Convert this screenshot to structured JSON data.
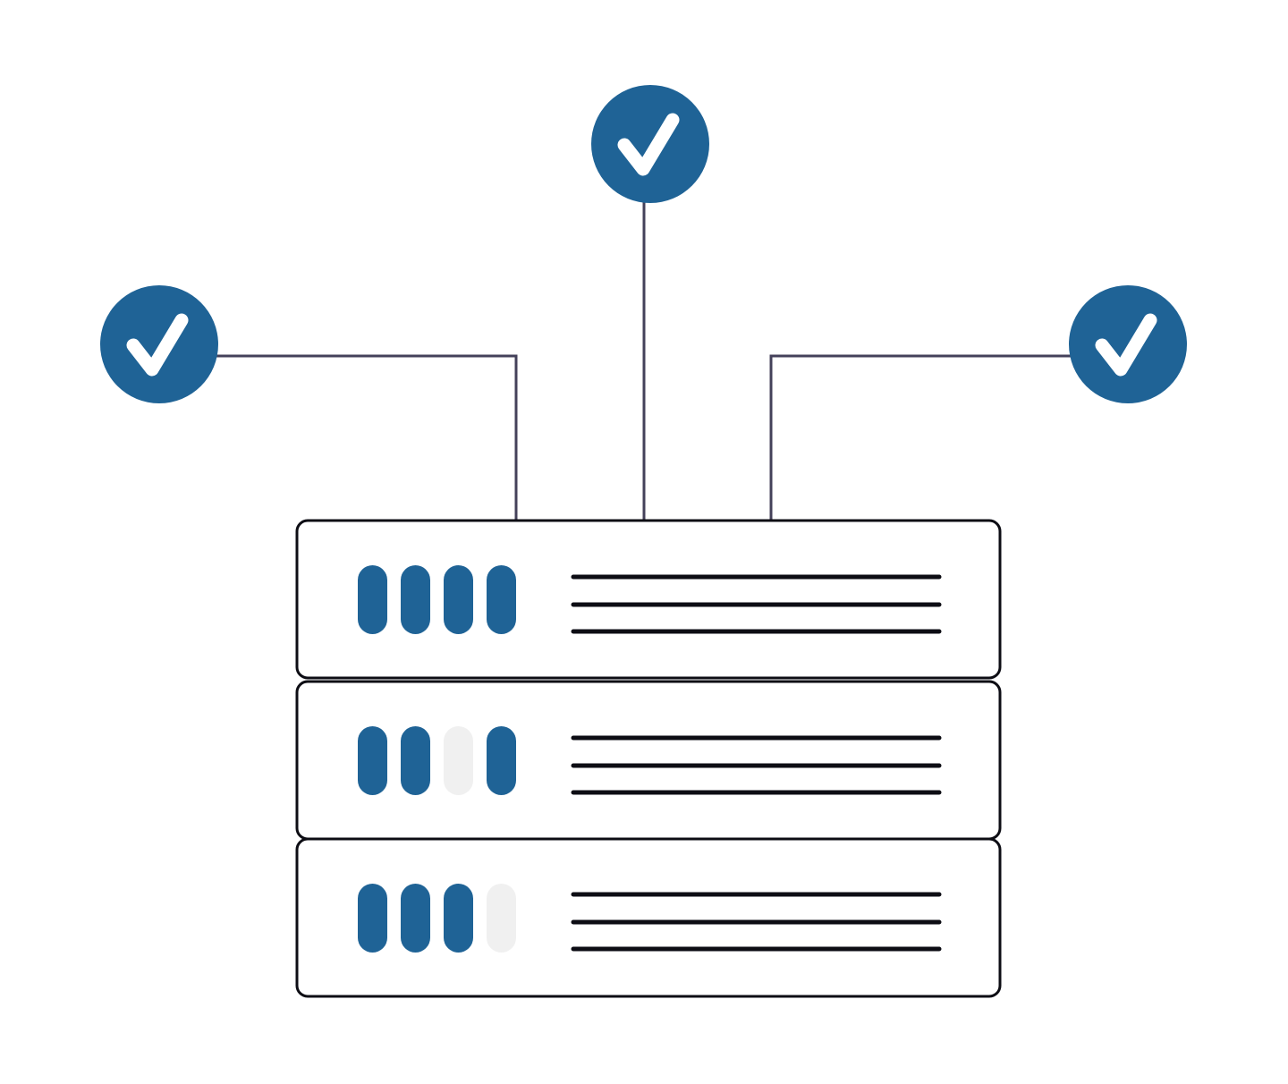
{
  "colors": {
    "accent": "#1f6396",
    "line": "#44415a",
    "outline": "#0d0d14",
    "indicator_off": "#f0f0f0",
    "background": "#ffffff"
  },
  "check_badges": [
    {
      "name": "check-badge-left",
      "icon": "checkmark-icon",
      "state": "ok"
    },
    {
      "name": "check-badge-top",
      "icon": "checkmark-icon",
      "state": "ok"
    },
    {
      "name": "check-badge-right",
      "icon": "checkmark-icon",
      "state": "ok"
    }
  ],
  "server_units": [
    {
      "name": "server-unit-1",
      "indicators": [
        true,
        true,
        true,
        true
      ]
    },
    {
      "name": "server-unit-2",
      "indicators": [
        true,
        true,
        false,
        true
      ]
    },
    {
      "name": "server-unit-3",
      "indicators": [
        true,
        true,
        true,
        false
      ]
    }
  ]
}
